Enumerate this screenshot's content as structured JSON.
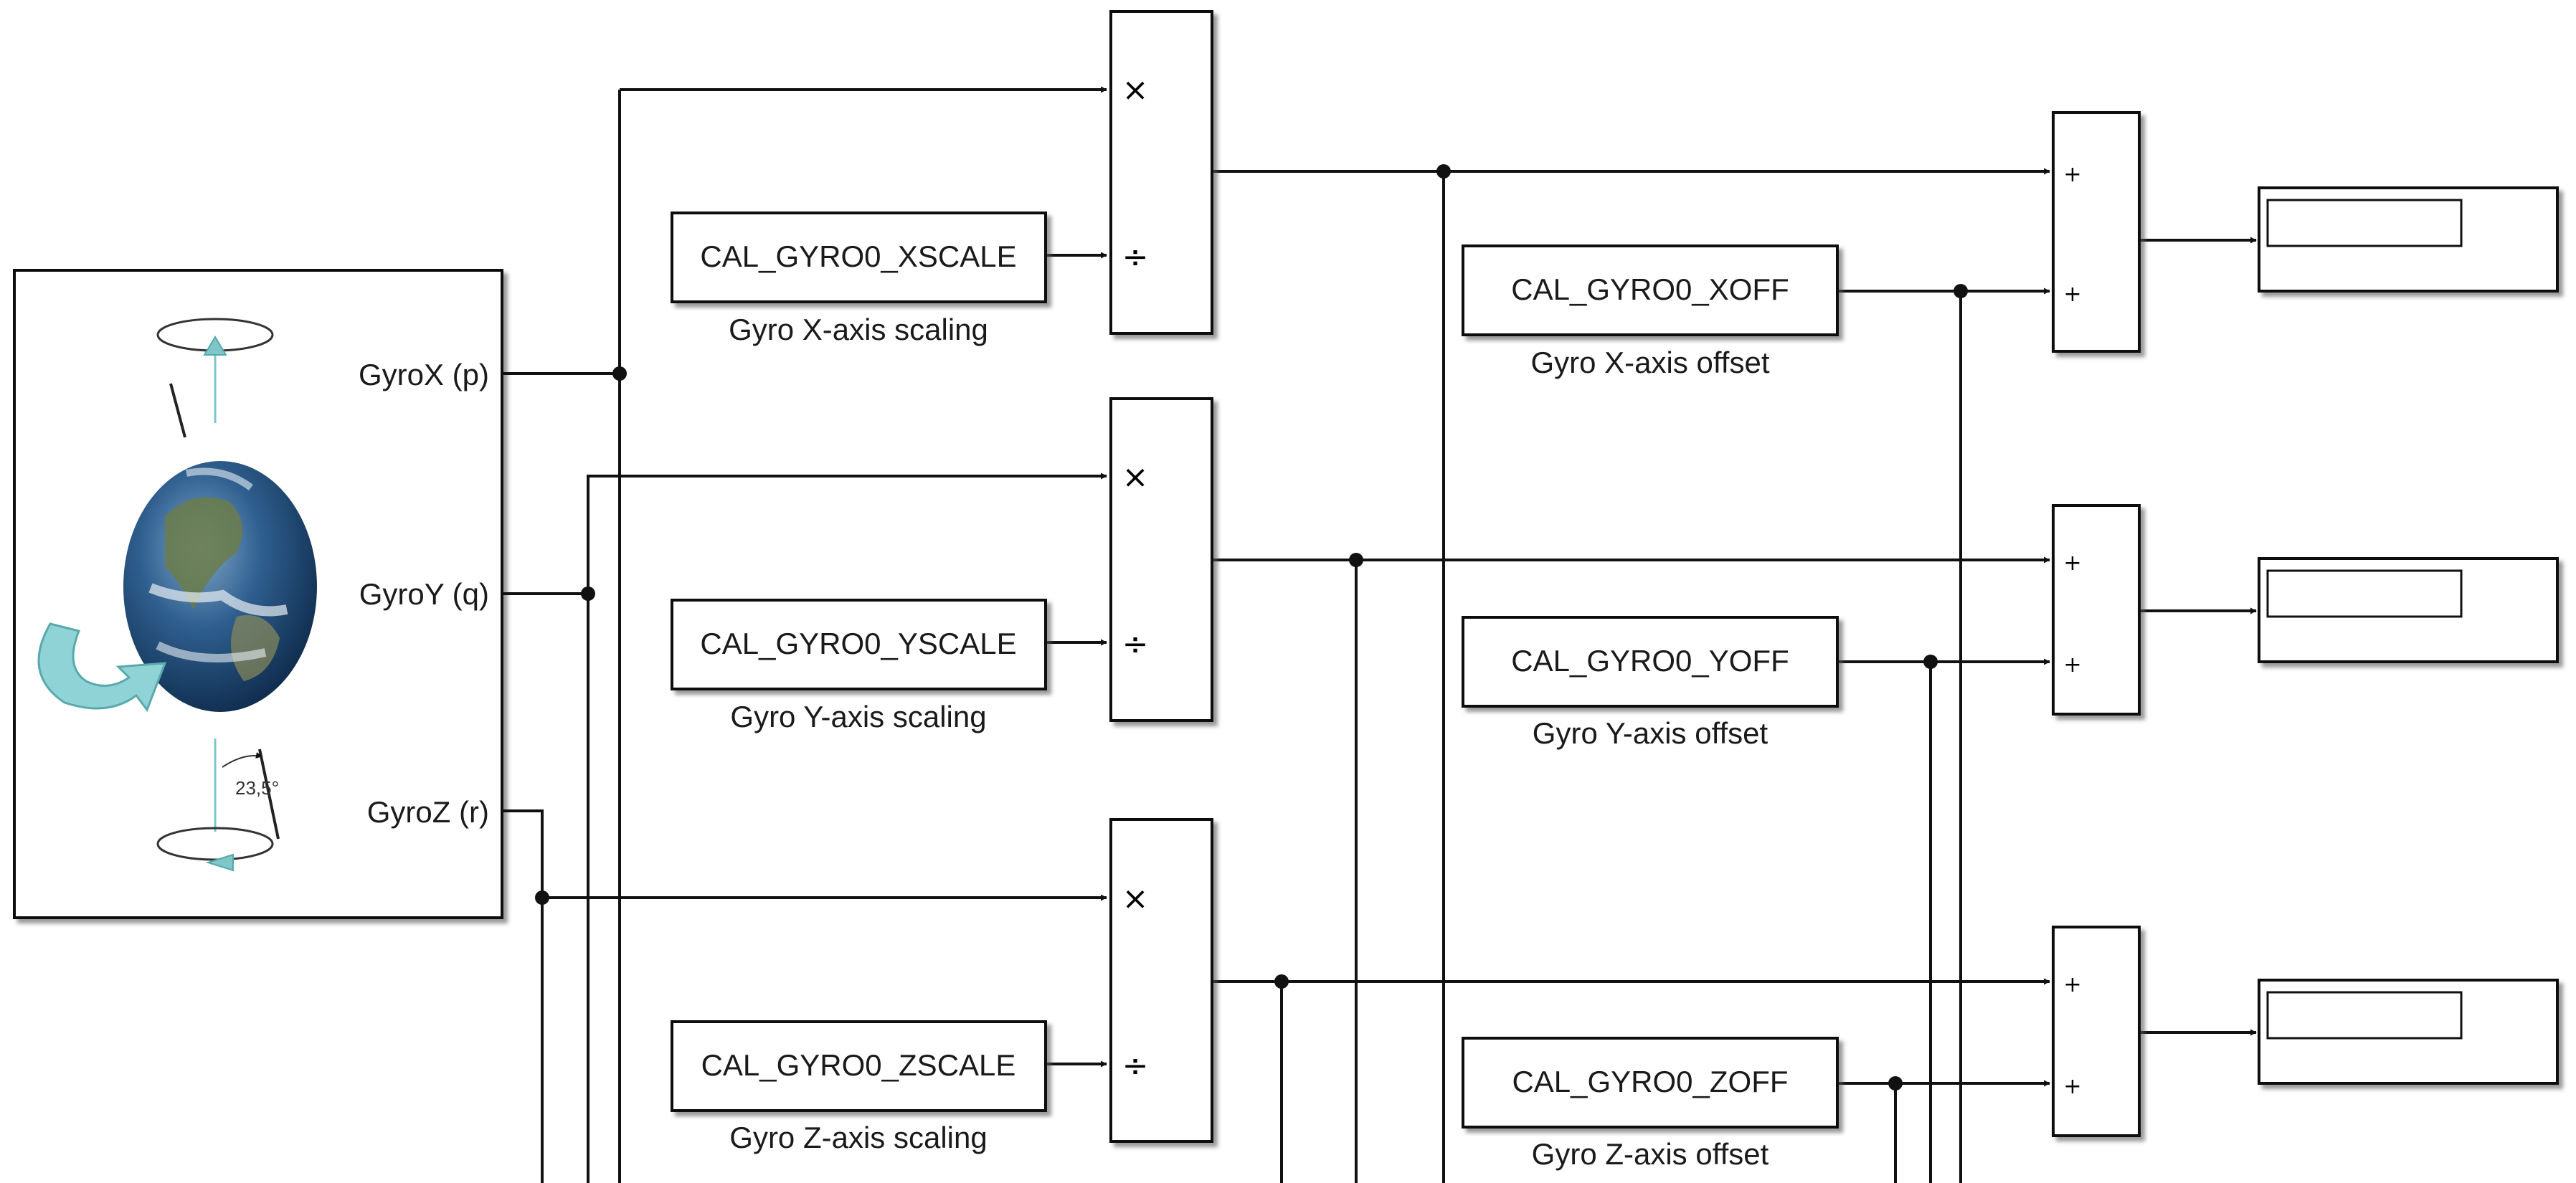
{
  "source_block": {
    "ports": [
      "GyroX (p)",
      "GyroY (q)",
      "GyroZ (r)"
    ],
    "tilt_label": "23,5°"
  },
  "scale_constants": [
    {
      "label": "CAL_GYRO0_XSCALE",
      "caption": "Gyro X-axis scaling"
    },
    {
      "label": "CAL_GYRO0_YSCALE",
      "caption": "Gyro Y-axis scaling"
    },
    {
      "label": "CAL_GYRO0_ZSCALE",
      "caption": "Gyro Z-axis scaling"
    }
  ],
  "offset_constants": [
    {
      "label": "CAL_GYRO0_XOFF",
      "caption": "Gyro X-axis offset"
    },
    {
      "label": "CAL_GYRO0_YOFF",
      "caption": "Gyro Y-axis offset"
    },
    {
      "label": "CAL_GYRO0_ZOFF",
      "caption": "Gyro Z-axis offset"
    }
  ],
  "product_signs": {
    "multiply": "×",
    "divide": "÷"
  },
  "sum_signs": {
    "plus": "+"
  },
  "colors": {
    "line": "#1a1a1a",
    "earth_ocean": "#2f5f8f",
    "arrow_accent": "#7fc6c9"
  }
}
